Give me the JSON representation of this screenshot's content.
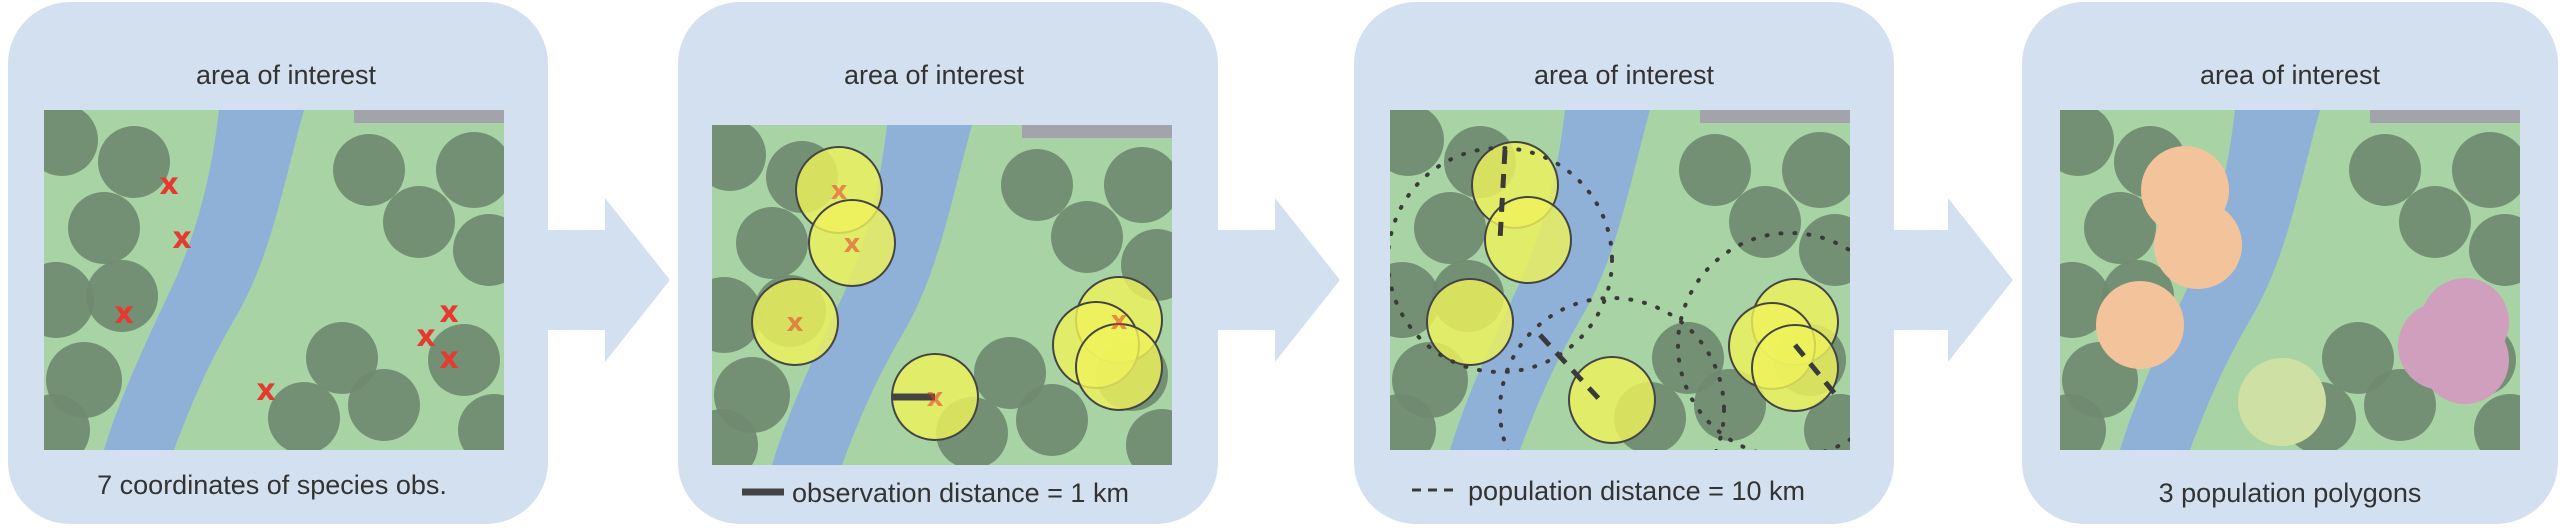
{
  "colors": {
    "panel_bg": "#d3e0ef",
    "arrow": "#d3e0ef",
    "land": "#a8d4a5",
    "river": "#8fb1d8",
    "tree": "#6f8a70",
    "scale_bar": "#a3a3ab",
    "observation_mark": "#e53a2f",
    "buffer_fill": "#eef25a",
    "buffer_stroke": "#444444",
    "polygon_orange": "#f3c49b",
    "polygon_pink": "#cf9fbd",
    "polygon_green": "#cfe0a4"
  },
  "panels": [
    {
      "title": "area of interest",
      "caption": "7 coordinates of species obs."
    },
    {
      "title": "area of interest",
      "caption": "observation distance = 1 km"
    },
    {
      "title": "area of interest",
      "caption": "population distance = 10 km"
    },
    {
      "title": "area of interest",
      "caption": "3 population polygons"
    }
  ],
  "legend": {
    "observation_distance_symbol": "solid-bar",
    "population_distance_symbol": "dashed-line"
  }
}
